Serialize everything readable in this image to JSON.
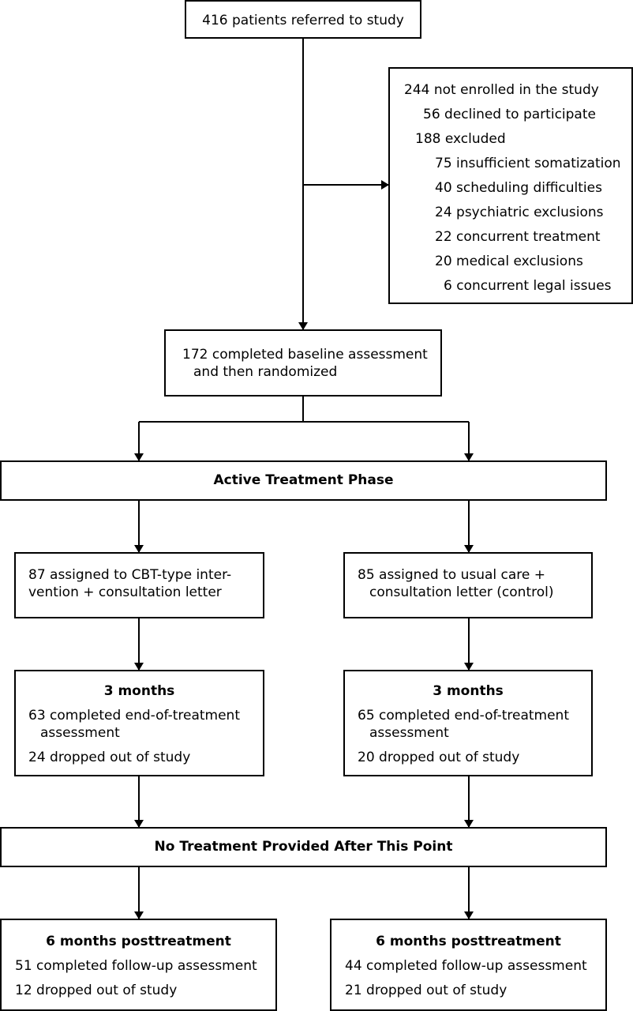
{
  "referred": "416 patients referred to study",
  "not_enrolled": {
    "title": "244 not enrolled in the study",
    "declined": "56 declined to participate",
    "excluded": "188 excluded",
    "reasons": [
      "75 insufficient somatization",
      "40 scheduling difficulties",
      "24 psychiatric exclusions",
      "22 concurrent treatment",
      "20 medical exclusions",
      "6 concurrent legal issues"
    ]
  },
  "randomized": {
    "line1": "172 completed baseline assessment",
    "line2": "and then randomized"
  },
  "phase_active": "Active Treatment Phase",
  "arm_cbt": {
    "line1": "87 assigned to CBT-type inter-",
    "line2": "vention + consultation letter"
  },
  "arm_control": {
    "line1": "85 assigned to usual care +",
    "line2": "consultation letter (control)"
  },
  "cbt_3mo": {
    "title": "3 months",
    "completed1": "63 completed end-of-treatment",
    "completed2": "assessment",
    "dropped": "24 dropped out of study"
  },
  "control_3mo": {
    "title": "3 months",
    "completed1": "65 completed end-of-treatment",
    "completed2": "assessment",
    "dropped": "20 dropped out of study"
  },
  "phase_none": "No Treatment Provided After This Point",
  "cbt_6mo": {
    "title": "6 months posttreatment",
    "completed": "51 completed follow-up assessment",
    "dropped": "12 dropped out of study"
  },
  "control_6mo": {
    "title": "6 months posttreatment",
    "completed": "44 completed follow-up assessment",
    "dropped": "21 dropped out of study"
  }
}
